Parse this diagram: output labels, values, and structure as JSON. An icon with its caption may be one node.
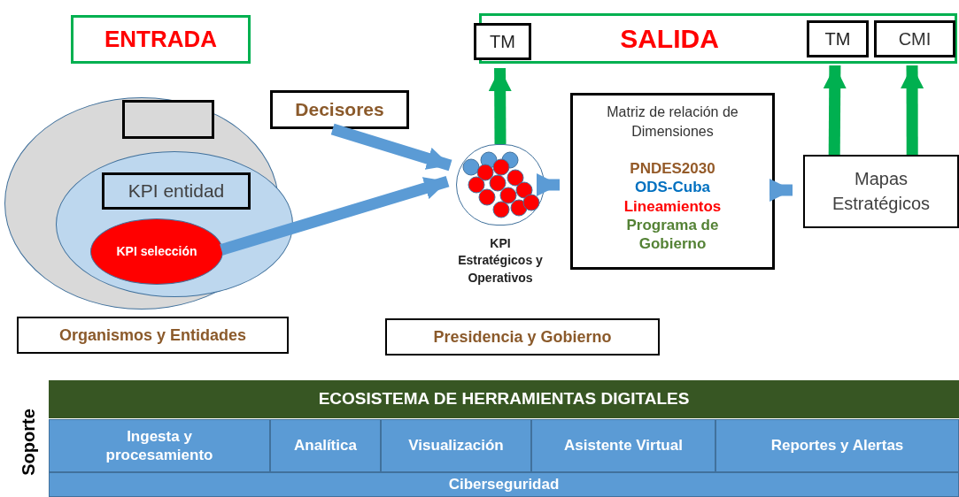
{
  "diagram": {
    "nodes": [
      {
        "text": [
          "ENTRADA"
        ]
      },
      {
        "text": [
          "SALIDA"
        ]
      },
      {
        "text": [
          "TM"
        ],
        "in": 1
      },
      {
        "text": [
          "TM"
        ],
        "in": 1
      },
      {
        "text": [
          "CMI"
        ],
        "in": 1
      },
      {
        "text": [],
        "shape": "ellipse"
      },
      {
        "text": [],
        "shape": "box",
        "in": 5
      },
      {
        "text": [],
        "shape": "ellipse",
        "in": 5
      },
      {
        "text": [
          "KPI entidad"
        ],
        "in": 7
      },
      {
        "text": [
          "KPI selección"
        ],
        "in": 7
      },
      {
        "text": [
          "Decisores"
        ]
      },
      {
        "text": [],
        "shape": "circle",
        "beside": [
          "KPI Estratégicos y Operativos"
        ]
      },
      {
        "text": [
          "Matriz de relación de Dimensiones",
          "PNDES2030",
          "ODS-Cuba",
          "Lineamientos",
          "Programa de Gobierno"
        ]
      },
      {
        "text": [
          "Mapas Estratégicos"
        ]
      },
      {
        "text": [
          "Organismos y Entidades"
        ]
      },
      {
        "text": [
          "Presidencia y Gobierno"
        ]
      },
      {
        "text": [
          "ECOSISTEMA DE HERRAMIENTAS DIGITALES"
        ]
      },
      {
        "text": [
          "Ingesta y procesamiento"
        ]
      },
      {
        "text": [
          "Analítica"
        ]
      },
      {
        "text": [
          "Visualización"
        ]
      },
      {
        "text": [
          "Asistente Virtual"
        ]
      },
      {
        "text": [
          "Reportes y Alertas"
        ]
      },
      {
        "text": [
          "Ciberseguridad"
        ]
      }
    ],
    "edges": [
      {
        "from": 10,
        "to": 11,
        "arrow": "to"
      },
      {
        "from": 9,
        "to": 11,
        "arrow": "to"
      },
      {
        "from": 11,
        "to": 12,
        "arrow": "to"
      },
      {
        "from": 12,
        "to": 13,
        "arrow": "to"
      },
      {
        "from": 11,
        "to": 2,
        "arrow": "to",
        "color": "#00b050"
      },
      {
        "from": 13,
        "to": 3,
        "arrow": "to",
        "color": "#00b050"
      },
      {
        "from": 13,
        "to": 4,
        "arrow": "to",
        "color": "#00b050"
      }
    ],
    "labels": [
      "Soporte"
    ]
  }
}
